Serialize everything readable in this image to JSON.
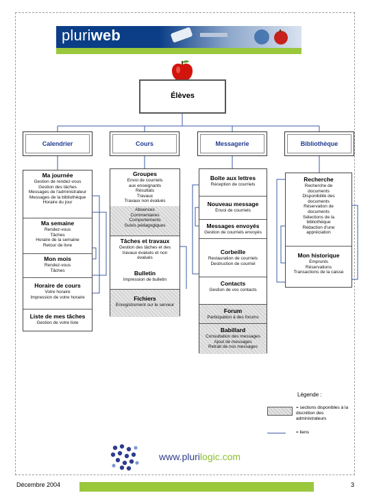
{
  "banner": {
    "logo_light": "pluri",
    "logo_bold": "web"
  },
  "diagram": {
    "root": "Élèves",
    "categories": [
      "Calendrier",
      "Cours",
      "Messagerie",
      "Bibliothèque"
    ],
    "calendrier": [
      {
        "title": "Ma journée",
        "items": [
          "Gestion de rendez-vous",
          "Gestion des tâches",
          "Messages de l'administrateur",
          "Messages de la bibliothèque",
          "Horaire du jour"
        ]
      },
      {
        "title": "Ma semaine",
        "items": [
          "Rendez-vous",
          "Tâches",
          "Horaire de la semaine",
          "Retour de livre"
        ]
      },
      {
        "title": "Mon mois",
        "items": [
          "Rendez-vous",
          "Tâches"
        ]
      },
      {
        "title": "Horaire de cours",
        "items": [
          "Votre horaire",
          "Impression de votre horaire"
        ]
      },
      {
        "title": "Liste de mes tâches",
        "items": [
          "Gestion de votre liste"
        ]
      }
    ],
    "cours": [
      {
        "title": "Groupes",
        "items": [
          "Envoi de courriels",
          "aux enseignants",
          "Résultats",
          "Travaux",
          "Travaux non évalués"
        ]
      },
      {
        "title": "",
        "items": [
          "Absences",
          "Commentaires",
          "Comportements",
          "Suivis pédagogiques"
        ]
      },
      {
        "title": "Tâches et travaux",
        "items": [
          "Gestion des tâches et des",
          "travaux évalués et non",
          "évalués"
        ]
      },
      {
        "title": "Bulletin",
        "items": [
          "Impression de bulletin"
        ]
      },
      {
        "title": "Fichiers",
        "items": [
          "Enregistrement sur le serveur"
        ]
      }
    ],
    "messagerie": [
      {
        "title": "Boîte aux lettres",
        "items": [
          "Réception de courriels"
        ]
      },
      {
        "title": "Nouveau message",
        "items": [
          "Envoi de courriels"
        ]
      },
      {
        "title": "Messages envoyés",
        "items": [
          "Gestion de courriels envoyés"
        ]
      },
      {
        "title": "Corbeille",
        "items": [
          "Restauration de courriels",
          "Destruction de courriel"
        ]
      },
      {
        "title": "Contacts",
        "items": [
          "Gestion de vos contacts"
        ]
      },
      {
        "title": "Forum",
        "items": [
          "Participation à des forums"
        ]
      },
      {
        "title": "Babillard",
        "items": [
          "Consultation des messages",
          "Ajout de messages",
          "Retrait de nos messages"
        ]
      }
    ],
    "bibliotheque": [
      {
        "title": "Recherche",
        "items": [
          "Recherche de",
          "documents",
          "Disponibilité des",
          "documents",
          "Réservation de",
          "documents",
          "Sélections de la",
          "bibliothèque",
          "Rédaction d'une",
          "appréciation"
        ]
      },
      {
        "title": "Mon historique",
        "items": [
          "Emprunts",
          "Réservations",
          "Transactions de la caisse"
        ]
      }
    ]
  },
  "legend": {
    "title": "Légende :",
    "shaded_text": "= sections disponibles à la discrétion des administrateurs",
    "line_text": "= liens"
  },
  "footer": {
    "url_prefix": "www.",
    "url_mid": "pluri",
    "url_suffix": "logic.com",
    "date": "Décembre 2004",
    "page": "3"
  },
  "colors": {
    "banner_blue": "#0b3e87",
    "accent_green": "#9ac83d",
    "link_blue": "#3a59a5",
    "category_text": "#1d3a8f"
  }
}
